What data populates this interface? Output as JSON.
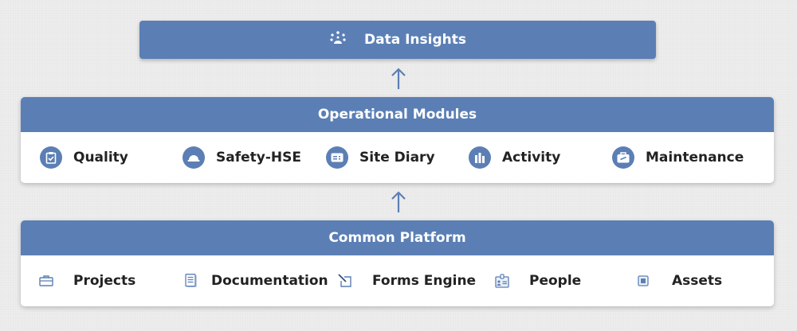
{
  "top": {
    "label": "Data Insights",
    "icon": "insights-icon"
  },
  "operational": {
    "title": "Operational Modules",
    "items": [
      {
        "label": "Quality",
        "icon": "clipboard-check-icon"
      },
      {
        "label": "Safety-HSE",
        "icon": "hard-hat-icon"
      },
      {
        "label": "Site Diary",
        "icon": "diary-card-icon"
      },
      {
        "label": "Activity",
        "icon": "bar-chart-icon"
      },
      {
        "label": "Maintenance",
        "icon": "toolbox-icon"
      }
    ]
  },
  "platform": {
    "title": "Common Platform",
    "items": [
      {
        "label": "Projects",
        "icon": "briefcase-icon"
      },
      {
        "label": "Documentation",
        "icon": "document-icon"
      },
      {
        "label": "Forms Engine",
        "icon": "form-pen-icon"
      },
      {
        "label": "People",
        "icon": "id-badge-icon"
      },
      {
        "label": "Assets",
        "icon": "asset-square-icon"
      }
    ]
  },
  "colors": {
    "accent": "#5b7fb5",
    "background": "#ededed"
  }
}
